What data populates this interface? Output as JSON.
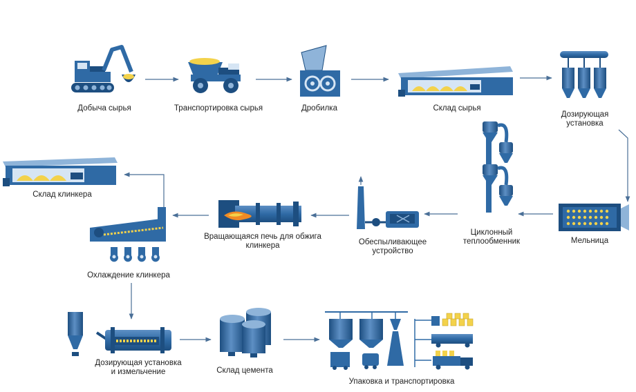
{
  "colors": {
    "primary": "#2f6aa5",
    "dark": "#1d4e80",
    "light": "#8fb4d9",
    "pale": "#d6e5f4",
    "material": "#f3d24b",
    "flame": "#f08a24",
    "connector": "#4a6f97"
  },
  "stages": {
    "extraction": "Добыча сырья",
    "transport": "Транспортировка сырья",
    "crushing": "Дробилка",
    "raw_storage": "Склад сырья",
    "dosing_1": "Дозирующая",
    "dosing_2": "установка",
    "mill": "Мельница",
    "preheater_1": "Циклонный",
    "preheater_2": "теплообменник",
    "dedusting_1": "Обеспыливающее",
    "dedusting_2": "устройство",
    "kiln_1": "Вращающаяся печь для обжига",
    "kiln_2": "клинкера",
    "cooling": "Охлаждение клинкера",
    "clinker_storage": "Склад клинкера",
    "cement_dosing_1": "Дозирующая установка",
    "cement_dosing_2": "и измельчение",
    "cement_storage": "Склад цемента",
    "packing": "Упаковка и транспортировка"
  }
}
